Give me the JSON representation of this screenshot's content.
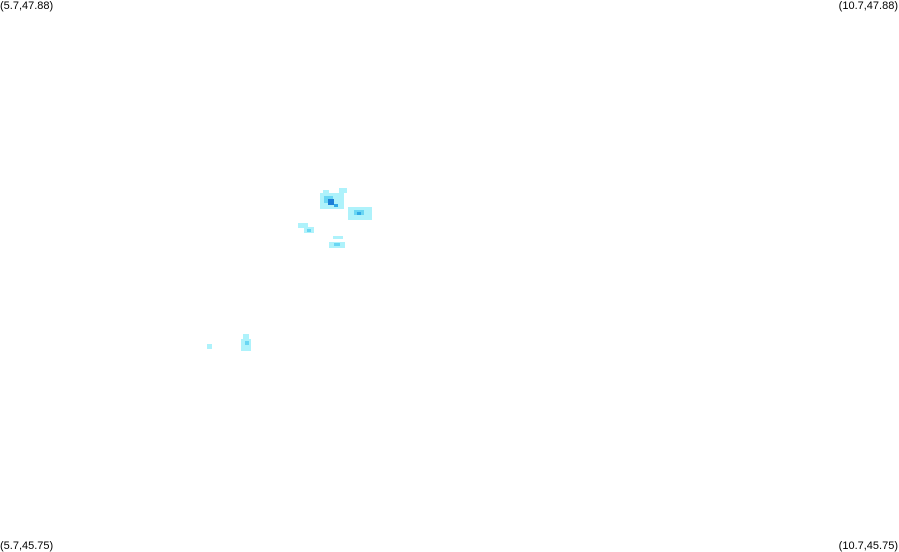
{
  "corners": {
    "top_left": "(5.7,47.88)",
    "top_right": "(10.7,47.88)",
    "bottom_left": "(5.7,45.75)",
    "bottom_right": "(10.7,45.75)"
  },
  "colors": {
    "background": "#ffffff",
    "light": "#aef2fb",
    "mid": "#69d6f3",
    "dark": "#2fa9e6",
    "darkest": "#1c7fd8"
  }
}
